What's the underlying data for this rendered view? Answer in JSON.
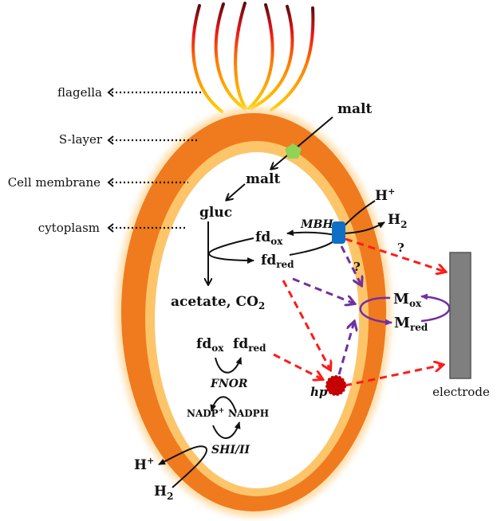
{
  "side_labels": {
    "flagella": "flagella",
    "s_layer": "S-layer",
    "cell_membrane": "Cell membrane",
    "cytoplasm": "cytoplasm"
  },
  "metabolites": {
    "malt_out": "malt",
    "malt_in": "malt",
    "gluc": "gluc",
    "fd_ox_1": "fd",
    "fd_ox_1_sub": "ox",
    "fd_red_1": "fd",
    "fd_red_1_sub": "red",
    "acetate": "acetate, CO",
    "acetate_sub": "2",
    "h_plus_top": "H",
    "h_plus_top_sup": "+",
    "h2_top": "H",
    "h2_top_sub": "2",
    "fd_ox_2": "fd",
    "fd_ox_2_sub": "ox",
    "fd_red_2": "fd",
    "fd_red_2_sub": "red",
    "nadp": "NADP",
    "nadp_sup": "+",
    "nadph": "NADPH",
    "h_plus_bottom": "H",
    "h_plus_bottom_sup": "+",
    "h2_bottom": "H",
    "h2_bottom_sub": "2",
    "m_ox": "M",
    "m_ox_sub": "ox",
    "m_red": "M",
    "m_red_sub": "red"
  },
  "enzymes": {
    "mbh": "MBH",
    "fnor": "FNOR",
    "shi": "SHI/II",
    "hp": "hp"
  },
  "question_marks": {
    "q1": "?",
    "q2": "?"
  },
  "electrode_label": "electrode",
  "colors": {
    "s_layer": "#f07a1e",
    "membrane": "#fdc56a",
    "glow": "#ffd9a0",
    "transporter": "#8fd456",
    "mbh": "#0f6fc6",
    "hp": "#c40000",
    "red_arrow": "#ff1a1a",
    "purple_arrow": "#7030a0",
    "electrode": "#7f7f7f"
  }
}
